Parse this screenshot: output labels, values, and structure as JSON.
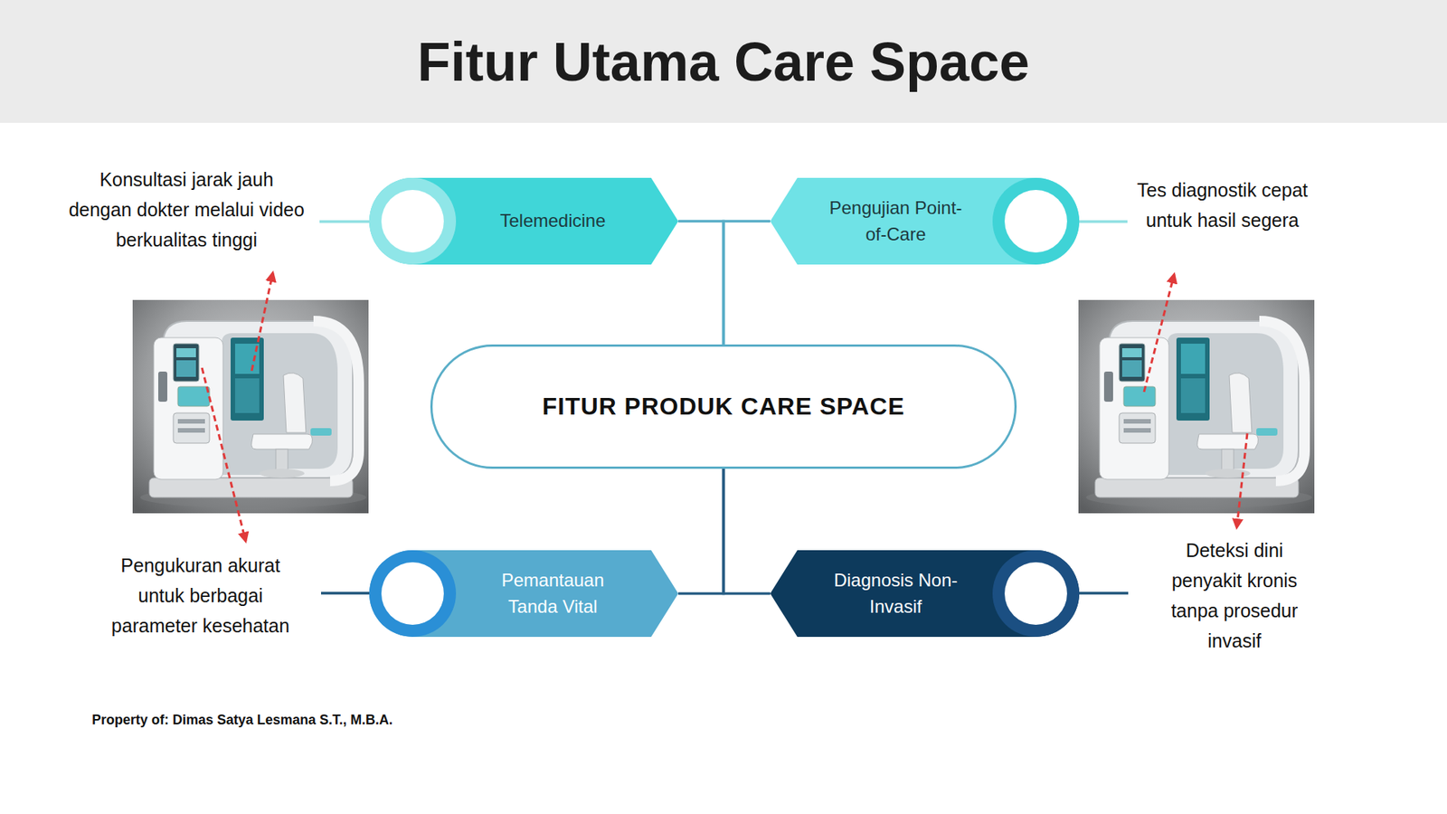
{
  "diagram": {
    "title": "Fitur Utama Care Space",
    "nodes": [
      {
        "text": [
          "Telemedicine"
        ]
      },
      {
        "text": [
          "Pengujian Point-of-Care"
        ]
      },
      {
        "text": [
          "FITUR PRODUK CARE SPACE"
        ]
      },
      {
        "text": [
          "Pemantauan Tanda Vital"
        ]
      },
      {
        "text": [
          "Diagnosis Non-Invasif"
        ]
      }
    ],
    "edges": [
      {
        "from": 2,
        "to": 0,
        "arrow": "none"
      },
      {
        "from": 2,
        "to": 1,
        "arrow": "none"
      },
      {
        "from": 2,
        "to": 3,
        "arrow": "none"
      },
      {
        "from": 2,
        "to": 4,
        "arrow": "none"
      }
    ],
    "labels": [
      "Konsultasi jarak jauh dengan dokter melalui video berkualitas tinggi",
      "Tes diagnostik cepat untuk hasil segera",
      "Pengukuran akurat untuk berbagai parameter kesehatan",
      "Deteksi dini penyakit kronis tanpa prosedur invasif",
      "Property of: Dimas Satya Lesmana S.T., M.B.A."
    ]
  }
}
